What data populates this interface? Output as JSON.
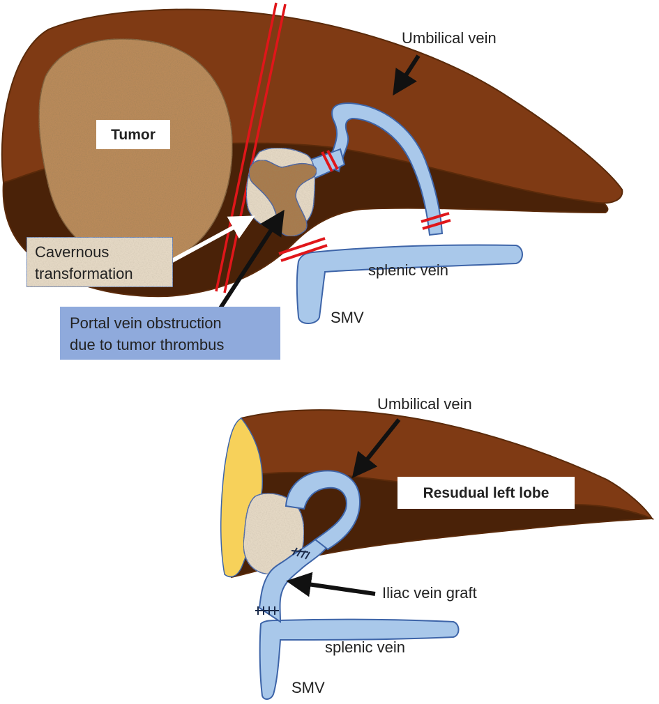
{
  "colors": {
    "liver_upper": "#7f3a14",
    "liver_lower": "#4a2208",
    "liver_outline": "#5a2a0a",
    "tumor": "#b98a5a",
    "vein": "#a9c8ea",
    "vein_outline": "#3d64a8",
    "cavernous": "#e4d8c4",
    "thrombus": "#a77a4d",
    "ligature": "#e0161a",
    "pv_box": "#8faadc",
    "gallbladder": "#f7d15a",
    "arrow": "#111111"
  },
  "top_diagram": {
    "tumor_label": "Tumor",
    "umbilical_vein_label": "Umbilical vein",
    "cavernous_label_line1": "Cavernous",
    "cavernous_label_line2": "transformation",
    "pv_obstruction_line1": "Portal vein obstruction",
    "pv_obstruction_line2": "due to tumor thrombus",
    "splenic_vein_label": "splenic vein",
    "smv_label": "SMV"
  },
  "bottom_diagram": {
    "umbilical_vein_label": "Umbilical vein",
    "residual_lobe_label": "Resudual left lobe",
    "iliac_graft_label": "Iliac vein graft",
    "splenic_vein_label": "splenic vein",
    "smv_label": "SMV"
  }
}
